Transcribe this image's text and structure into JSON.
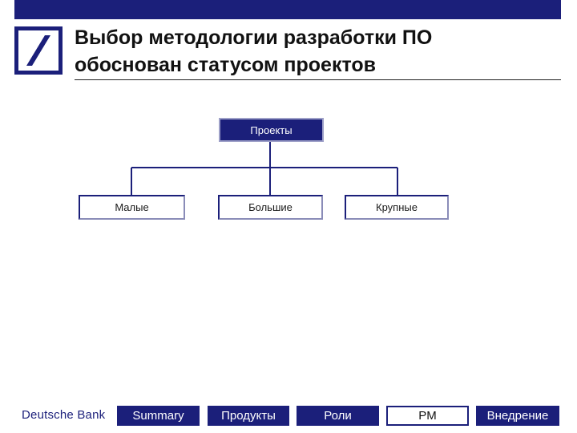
{
  "header": {
    "title_line1": "Выбор методологии разработки ПО",
    "title_line2": "обоснован статусом проектов"
  },
  "diagram": {
    "root": "Проекты",
    "children": [
      "Малые",
      "Большие",
      "Крупные"
    ]
  },
  "footer": {
    "brand": "Deutsche Bank",
    "tabs": [
      {
        "label": "Summary",
        "active": false
      },
      {
        "label": "Продукты",
        "active": false
      },
      {
        "label": "Роли",
        "active": false
      },
      {
        "label": "PM",
        "active": true
      },
      {
        "label": "Внедрение",
        "active": false
      }
    ]
  },
  "colors": {
    "brand_blue": "#1b1f7a",
    "tab_text": "#ffffff",
    "active_tab_bg": "#ffffff"
  }
}
